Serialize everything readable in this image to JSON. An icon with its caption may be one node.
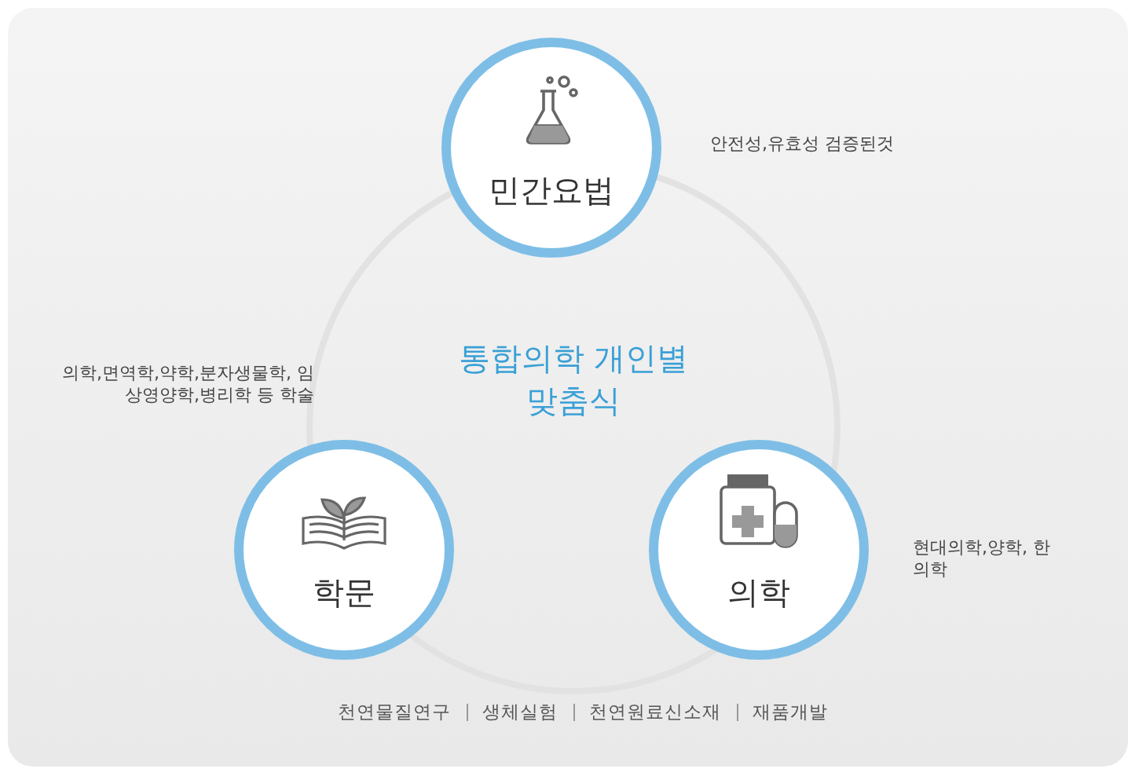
{
  "diagram": {
    "nodes": [
      {
        "text": [
          "민간요법"
        ],
        "beside": [
          "안전성,유효성 검증된것"
        ]
      },
      {
        "text": [
          "학문"
        ],
        "beside": [
          "의학,면역학,약학,분자생물학, 임상영양학,병리학 등 학술"
        ]
      },
      {
        "text": [
          "의학"
        ],
        "beside": [
          "현대의학,양학, 한의학"
        ]
      }
    ],
    "labels": [
      "통합의학 개인별 맞춤식",
      "천연물질연구",
      "생체실험",
      "천연원료신소재",
      "재품개발"
    ]
  }
}
